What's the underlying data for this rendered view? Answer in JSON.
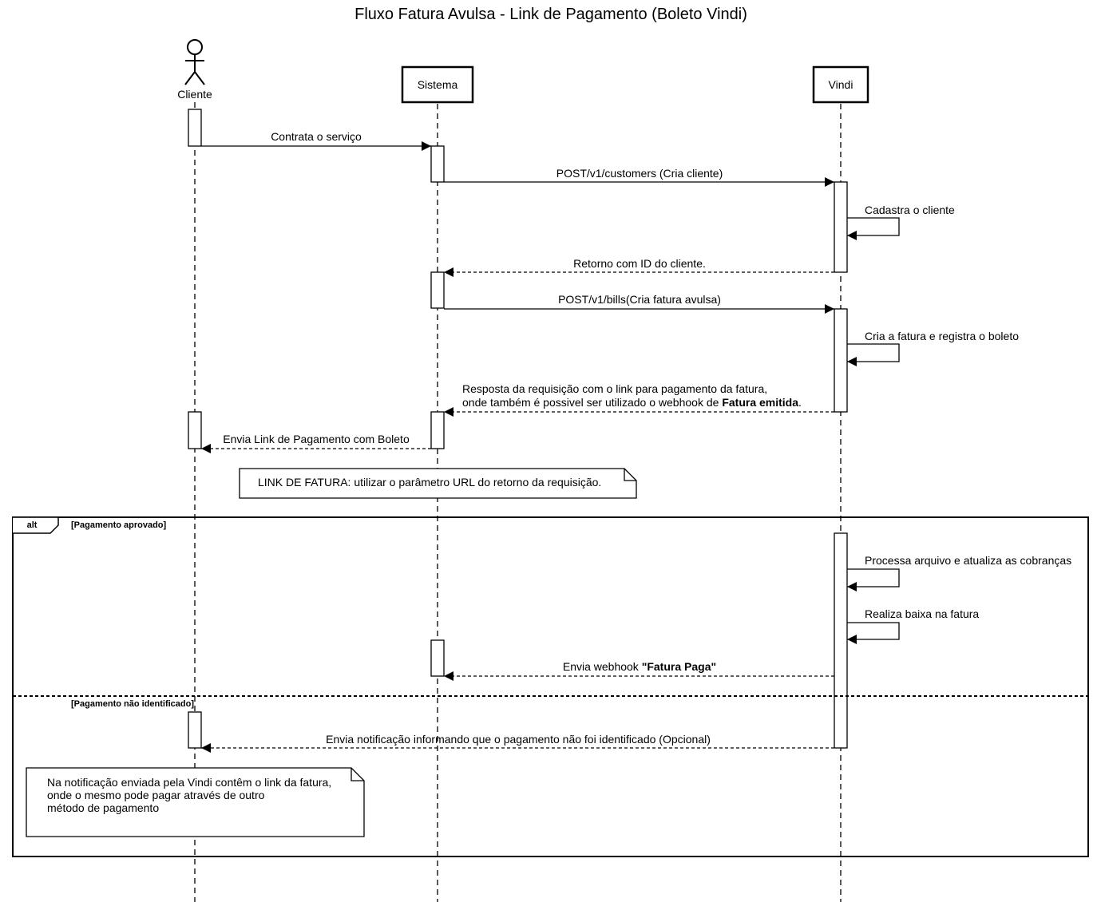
{
  "title": "Fluxo Fatura Avulsa - Link de Pagamento (Boleto Vindi)",
  "participants": {
    "cliente": "Cliente",
    "sistema": "Sistema",
    "vindi": "Vindi"
  },
  "messages": {
    "m1": "Contrata o serviço",
    "m2": "POST/v1/customers (Cria cliente)",
    "m3": "Cadastra o cliente",
    "m4": "Retorno com ID do cliente.",
    "m5": "POST/v1/bills(Cria fatura avulsa)",
    "m6": "Cria a fatura e registra o boleto",
    "m7_line1": "Resposta da requisição com o link para pagamento da fatura,",
    "m7_line2_prefix": "onde também é possivel ser utilizado o webhook de ",
    "m7_line2_bold": "Fatura emitida",
    "m7_line2_suffix": ".",
    "m8": "Envia Link de Pagamento com Boleto",
    "m9": "Processa arquivo e atualiza as cobranças",
    "m10": "Realiza baixa na fatura",
    "m11_prefix": "Envia webhook ",
    "m11_bold": "\"Fatura Paga\"",
    "m12": "Envia notificação informando que o pagamento não foi identificado (Opcional)"
  },
  "notes": {
    "note1": "LINK DE FATURA: utilizar o parâmetro URL do retorno da requisição.",
    "note2_line1": "Na notificação enviada pela Vindi contêm o link da fatura,",
    "note2_line2": "onde o mesmo pode pagar através de outro",
    "note2_line3": "método de pagamento"
  },
  "alt_fragment": {
    "keyword": "alt",
    "guard1": "[Pagamento aprovado]",
    "guard2": "[Pagamento não identificado]"
  }
}
